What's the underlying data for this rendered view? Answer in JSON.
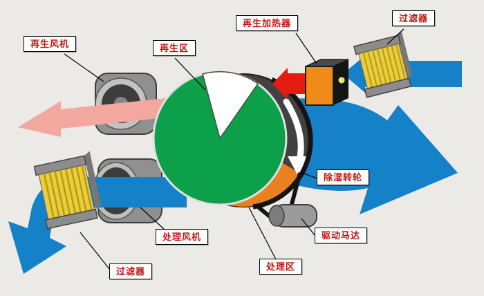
{
  "diagram": {
    "labels": {
      "regen_fan": "再生风机",
      "regen_zone": "再生区",
      "regen_heater": "再生加热器",
      "filter_top": "过滤器",
      "desiccant_wheel": "除湿转轮",
      "drive_motor": "驱动马达",
      "process_zone": "处理区",
      "process_fan": "处理风机",
      "filter_bottom": "过滤器"
    },
    "colors": {
      "process_air": "#1581c9",
      "regen_exhaust": "#f2a89e",
      "hot_air": "#e41b10",
      "wheel_face": "#0da04a",
      "wheel_hot_segment": "#e8821e",
      "heater_front": "#f08a18",
      "filter_media": "#e9cd3c",
      "label_text": "#c51310",
      "background": "#ebeae7"
    }
  }
}
